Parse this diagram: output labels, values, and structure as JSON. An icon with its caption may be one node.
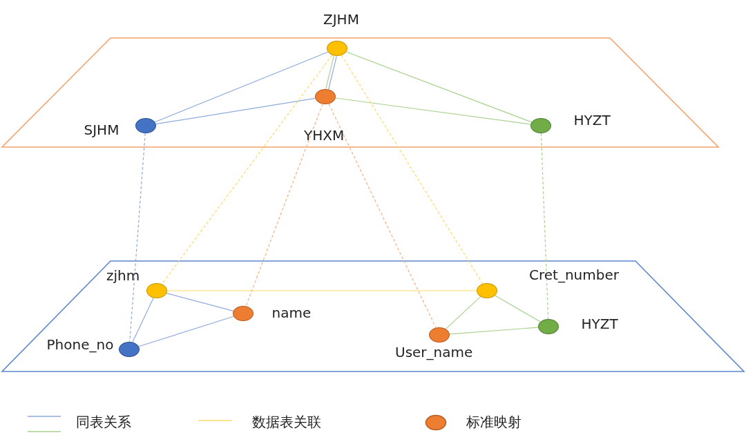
{
  "diagram": {
    "nodes": [
      {
        "text": [],
        "shape": "trapezoid"
      },
      {
        "text": [],
        "shape": "circle",
        "in": 0,
        "beside": [
          "ZJHM"
        ]
      },
      {
        "text": [],
        "shape": "circle",
        "in": 0,
        "beside": [
          "YHXM"
        ]
      },
      {
        "text": [],
        "shape": "circle",
        "in": 0,
        "beside": [
          "SJHM"
        ]
      },
      {
        "text": [],
        "shape": "circle",
        "in": 0,
        "beside": [
          "HYZT"
        ]
      },
      {
        "text": [],
        "shape": "trapezoid"
      },
      {
        "text": [],
        "shape": "circle",
        "in": 5,
        "beside": [
          "zjhm"
        ]
      },
      {
        "text": [],
        "shape": "circle",
        "in": 5,
        "beside": [
          "name"
        ]
      },
      {
        "text": [],
        "shape": "circle",
        "in": 5,
        "beside": [
          "Phone_no"
        ]
      },
      {
        "text": [],
        "shape": "circle",
        "in": 5,
        "beside": [
          "Cret_number"
        ]
      },
      {
        "text": [],
        "shape": "circle",
        "in": 5,
        "beside": [
          "User_name"
        ]
      },
      {
        "text": [],
        "shape": "circle",
        "in": 5,
        "beside": [
          "HYZT"
        ]
      }
    ],
    "edges": [
      {
        "from": 1,
        "to": 3,
        "arrow": "none",
        "color": "#8faadc"
      },
      {
        "from": 1,
        "to": 2,
        "arrow": "none",
        "color": "#8faadc"
      },
      {
        "from": 1,
        "to": 2,
        "arrow": "none",
        "color": "#a9d18e"
      },
      {
        "from": 1,
        "to": 4,
        "arrow": "none",
        "color": "#a9d18e"
      },
      {
        "from": 2,
        "to": 3,
        "arrow": "none",
        "color": "#8faadc"
      },
      {
        "from": 2,
        "to": 4,
        "arrow": "none",
        "color": "#a9d18e"
      },
      {
        "from": 3,
        "to": 8,
        "arrow": "none",
        "style": "dashed",
        "color": "#8faadc"
      },
      {
        "from": 1,
        "to": 6,
        "arrow": "none",
        "style": "dashed",
        "color": "#ffd966"
      },
      {
        "from": 2,
        "to": 7,
        "arrow": "none",
        "style": "dashed",
        "color": "#f4b183"
      },
      {
        "from": 2,
        "to": 10,
        "arrow": "none",
        "style": "dashed",
        "color": "#f4b183"
      },
      {
        "from": 1,
        "to": 9,
        "arrow": "none",
        "style": "dashed",
        "color": "#ffd966"
      },
      {
        "from": 4,
        "to": 11,
        "arrow": "none",
        "style": "dashed",
        "color": "#a9d18e"
      },
      {
        "from": 6,
        "to": 9,
        "arrow": "none",
        "color": "#ffd966"
      },
      {
        "from": 6,
        "to": 7,
        "arrow": "none",
        "color": "#8faadc"
      },
      {
        "from": 6,
        "to": 8,
        "arrow": "none",
        "color": "#8faadc"
      },
      {
        "from": 7,
        "to": 8,
        "arrow": "none",
        "color": "#8faadc"
      },
      {
        "from": 9,
        "to": 10,
        "arrow": "none",
        "color": "#a9d18e"
      },
      {
        "from": 9,
        "to": 11,
        "arrow": "none",
        "color": "#a9d18e"
      },
      {
        "from": 10,
        "to": 11,
        "arrow": "none",
        "color": "#a9d18e"
      }
    ],
    "legend": [
      {
        "text": "同表关系"
      },
      {
        "text": "数据表关联"
      },
      {
        "text": "标准映射"
      }
    ]
  }
}
